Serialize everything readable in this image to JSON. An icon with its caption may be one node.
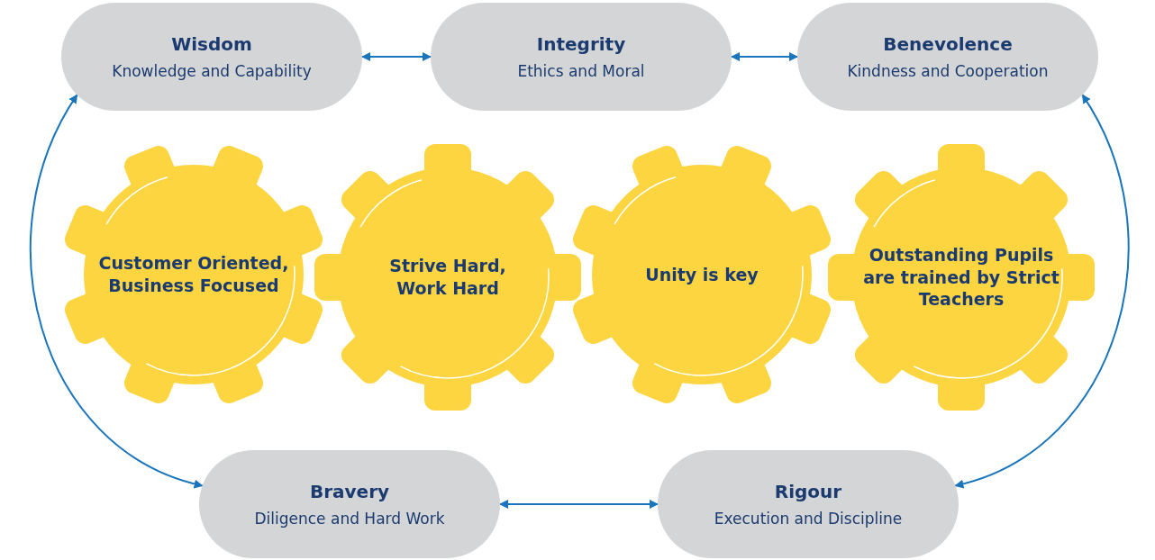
{
  "diagram": {
    "nodes": [
      {
        "text": [
          "Wisdom",
          "Knowledge and Capability"
        ]
      },
      {
        "text": [
          "Integrity",
          "Ethics and Moral"
        ]
      },
      {
        "text": [
          "Benevolence",
          "Kindness and Cooperation"
        ]
      },
      {
        "text": [
          "Customer Oriented, Business Focused"
        ]
      },
      {
        "text": [
          "Strive Hard, Work Hard"
        ]
      },
      {
        "text": [
          "Unity is key"
        ]
      },
      {
        "text": [
          "Outstanding Pupils are trained by Strict Teachers"
        ]
      },
      {
        "text": [
          "Bravery",
          "Diligence and Hard Work"
        ]
      },
      {
        "text": [
          "Rigour",
          "Execution and Discipline"
        ]
      }
    ],
    "edges": [
      {
        "from": 0,
        "to": 1,
        "arrow": "both"
      },
      {
        "from": 1,
        "to": 2,
        "arrow": "both"
      },
      {
        "from": 0,
        "to": 7,
        "arrow": "both"
      },
      {
        "from": 2,
        "to": 8,
        "arrow": "both"
      },
      {
        "from": 7,
        "to": 8,
        "arrow": "both"
      }
    ]
  }
}
